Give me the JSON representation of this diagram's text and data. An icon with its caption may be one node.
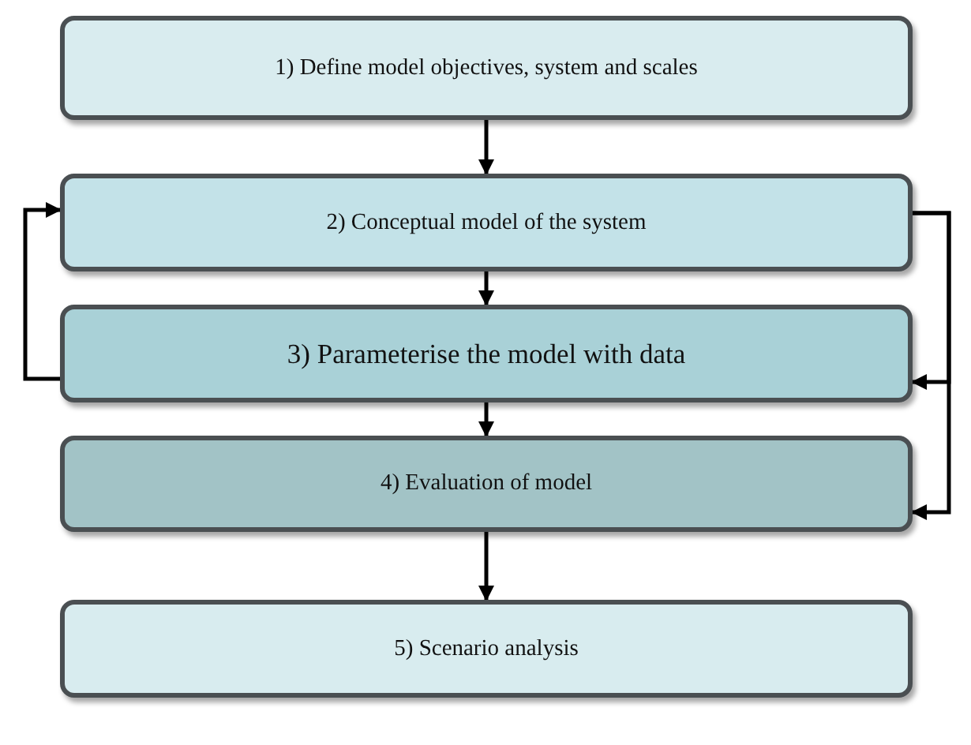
{
  "diagram": {
    "nodes": [
      {
        "text": [
          "1) Define model objectives, system and scales"
        ]
      },
      {
        "text": [
          "2) Conceptual model of the system"
        ]
      },
      {
        "text": [
          "3) Parameterise the model with data"
        ]
      },
      {
        "text": [
          "4) Evaluation of model"
        ]
      },
      {
        "text": [
          "5) Scenario analysis"
        ]
      }
    ],
    "edges": [
      {
        "from": 0,
        "to": 1,
        "arrow": "to"
      },
      {
        "from": 1,
        "to": 2,
        "arrow": "to"
      },
      {
        "from": 2,
        "to": 3,
        "arrow": "to"
      },
      {
        "from": 3,
        "to": 4,
        "arrow": "to"
      },
      {
        "from": 2,
        "to": 1,
        "arrow": "to"
      },
      {
        "from": 1,
        "to": 2,
        "arrow": "to"
      },
      {
        "from": 1,
        "to": 3,
        "arrow": "to"
      }
    ]
  }
}
